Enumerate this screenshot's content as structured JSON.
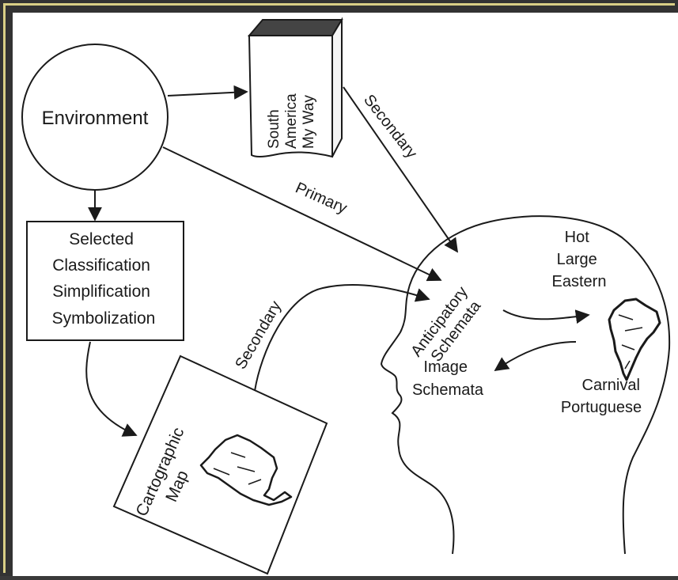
{
  "nodes": {
    "environment": "Environment",
    "book_title": [
      "South",
      "America",
      "My Way"
    ],
    "selected_box": [
      "Selected",
      "Classification",
      "Simplification",
      "Symbolization"
    ],
    "cartographic_map": [
      "Cartographic",
      "Map"
    ],
    "anticipatory_schemata": [
      "Anticipatory",
      "Schemata"
    ],
    "attributes_top": [
      "Hot",
      "Large",
      "Eastern"
    ],
    "attributes_bottom": [
      "Carnival",
      "Portuguese"
    ],
    "image_schemata": [
      "Image",
      "Schemata"
    ]
  },
  "edges": {
    "secondary_book": "Secondary",
    "primary": "Primary",
    "secondary_map": "Secondary"
  },
  "colors": {
    "frame": "#333333",
    "frame_border": "#d9cf86",
    "sheet": "#ffffff",
    "ink": "#1a1a1a"
  }
}
